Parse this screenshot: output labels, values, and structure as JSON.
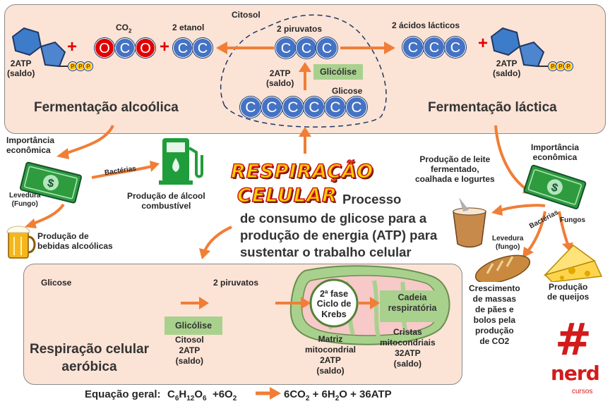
{
  "top": {
    "citosol": "Citosol",
    "co2": "CO2",
    "etanol": "2 etanol",
    "piruvatos": "2 piruvatos",
    "acidos_lacticos": "2 ácidos lácticos",
    "atp_left": "2ATP\n(saldo)",
    "atp_center": "2ATP\n(saldo)",
    "atp_right": "2ATP\n(saldo)",
    "glicolise": "Glicólise",
    "glicose": "Glicose",
    "fermentacao_alcoolica": "Fermentação alcoólica",
    "fermentacao_lactica": "Fermentação láctica",
    "carbon_letter": "C",
    "oxygen_letter": "O",
    "phosphate_letter": "P",
    "plus": "+"
  },
  "left_side": {
    "importancia": "Importância\neconômica",
    "bacterias": "Bactérias",
    "levedura": "Levedura\n(Fungo)",
    "alcool_combustivel": "Produção de álcool\ncombustível",
    "bebidas": "Produção de\nbebidas alcoólicas"
  },
  "right_side": {
    "leite": "Produção de leite\nfermentado,\ncoalhada e Iogurtes",
    "importancia": "Importância\neconômica",
    "bacterias": "Bactérias",
    "fungos": "Fungos",
    "levedura": "Levedura\n(fungo)",
    "paes": "Crescimento\nde massas\nde pães e\nbolos pela\nprodução\nde CO2",
    "queijos": "Produção\nde queijos"
  },
  "center": {
    "title_line1": "RESPIRAÇÃO",
    "title_line2": "CELULAR",
    "description_line1": "Processo",
    "description_line2": "de consumo de glicose para a",
    "description_line3": "produção de energia (ATP) para",
    "description_line4": "sustentar o trabalho celular"
  },
  "bottom": {
    "glicose": "Glicose",
    "piruvatos": "2 piruvatos",
    "glicolise": "Glicólise",
    "citosol_atp": "Citosol\n2ATP\n(saldo)",
    "krebs": "2ª fase\nCiclo de\nKrebs",
    "cadeia": "Cadeia\nrespiratória",
    "matriz": "Matriz\nmitocondrial\n2ATP\n(saldo)",
    "cristas": "Cristas\nmitocondriais\n32ATP\n(saldo)",
    "aerobica": "Respiração celular\naeróbica"
  },
  "equation": {
    "label": "Equação geral:",
    "reactants": "C6H12O6 + 6O2",
    "products": "6CO2 + 6H2O + 36ATP"
  },
  "logo": {
    "symbol": "#",
    "brand": "nerd",
    "sub": "cursos"
  },
  "colors": {
    "panel": "#fbe3d6",
    "carbon": "#4472c4",
    "oxygen": "#e00000",
    "phosphate": "#ffc000",
    "arrow": "#f07e36",
    "green_box": "#a9d18e",
    "money": "#2e9b3e"
  }
}
